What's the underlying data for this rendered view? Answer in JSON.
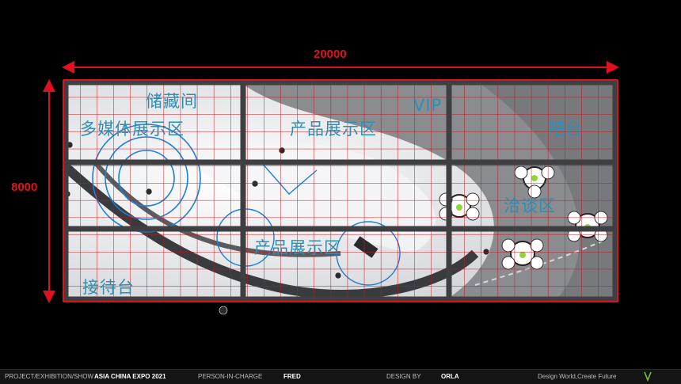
{
  "dimensions": {
    "width": "20000",
    "height": "8000"
  },
  "zones": {
    "storage": "储藏间",
    "multimedia": "多媒体展示区",
    "product_top": "产品展示区",
    "vip": "VIP",
    "bar": "吧台",
    "negotiation": "洽谈区",
    "product_bottom": "产品展示区",
    "reception": "接待台"
  },
  "footer": {
    "project_label": "PROJECT/EXHIBITION/SHOW",
    "project_value": "ASIA CHINA EXPO 2021",
    "person_label": "PERSON-IN-CHARGE",
    "person_value": "FRED",
    "design_label": "DESIGN BY",
    "design_value": "ORLA",
    "slogan": "Design World,Create Future"
  },
  "colors": {
    "dimension_red": "#e0101e",
    "zone_text": "#2d8fb3",
    "floor_light": "#e9ebee",
    "floor_grey": "#8a8c90",
    "truss": "#4a4a4a"
  }
}
